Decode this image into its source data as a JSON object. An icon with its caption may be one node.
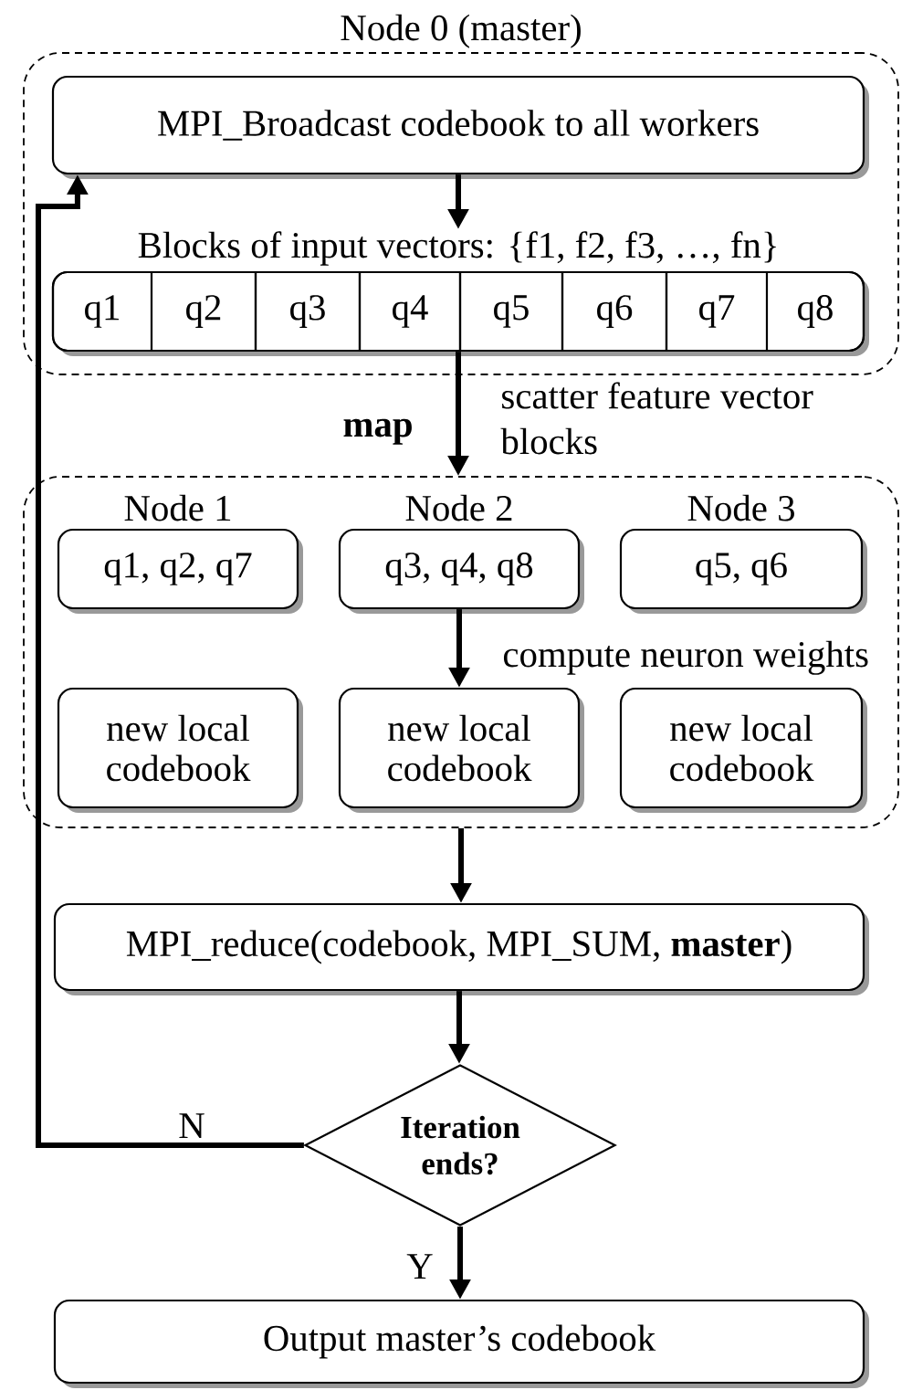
{
  "diagram": {
    "nodes": [
      {
        "text": [
          "Node 0 (master)"
        ]
      },
      {
        "text": [
          "MPI_Broadcast codebook to all workers"
        ],
        "in": 0
      },
      {
        "text": [
          "Blocks of input vectors: {f1, f2, f3, …, fn}"
        ],
        "in": 0
      },
      {
        "text": [
          "q1"
        ],
        "in": 2
      },
      {
        "text": [
          "q2"
        ],
        "in": 2
      },
      {
        "text": [
          "q3"
        ],
        "in": 2
      },
      {
        "text": [
          "q4"
        ],
        "in": 2
      },
      {
        "text": [
          "q5"
        ],
        "in": 2
      },
      {
        "text": [
          "q6"
        ],
        "in": 2
      },
      {
        "text": [
          "q7"
        ],
        "in": 2
      },
      {
        "text": [
          "q8"
        ],
        "in": 2
      },
      {
        "text": [],
        "shape": "box"
      },
      {
        "text": [
          "Node 1",
          "q1, q2, q7"
        ],
        "in": 11
      },
      {
        "text": [
          "Node 2",
          "q3, q4, q8"
        ],
        "in": 11
      },
      {
        "text": [
          "Node 3",
          "q5, q6"
        ],
        "in": 11
      },
      {
        "text": [
          "new local codebook"
        ],
        "in": 11
      },
      {
        "text": [
          "new local codebook"
        ],
        "in": 11
      },
      {
        "text": [
          "new local codebook"
        ],
        "in": 11
      },
      {
        "text": [
          "MPI_reduce(codebook, MPI_SUM, **master**)"
        ]
      },
      {
        "text": [
          "Iteration ends?"
        ]
      },
      {
        "text": [
          "Output master’s codebook"
        ]
      }
    ],
    "edges": [
      {
        "from": 1,
        "to": 2,
        "arrow": "to"
      },
      {
        "from": 2,
        "to": 11,
        "arrow": "to",
        "label": "map"
      },
      {
        "from": 13,
        "to": 16,
        "arrow": "to",
        "label": "compute neuron weights"
      },
      {
        "from": 11,
        "to": 18,
        "arrow": "to"
      },
      {
        "from": 18,
        "to": 19,
        "arrow": "to"
      },
      {
        "from": 19,
        "to": 1,
        "arrow": "to",
        "label": "N"
      },
      {
        "from": 19,
        "to": 20,
        "arrow": "to",
        "label": "Y"
      }
    ],
    "labels": [
      "scatter feature vector blocks"
    ]
  }
}
